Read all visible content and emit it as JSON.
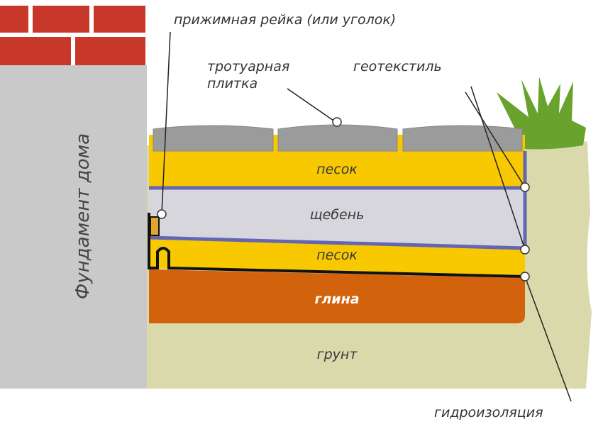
{
  "labels": {
    "clamp_strip": "прижимная рейка (или уголок)",
    "paving_line1": "тротуарная",
    "paving_line2": "плитка",
    "geotextile": "геотекстиль",
    "waterproofing": "гидроизоляция",
    "foundation": "Фундамент дома"
  },
  "layers": {
    "sand_top": "песок",
    "gravel": "щебень",
    "sand_bottom": "песок",
    "clay": "глина",
    "soil": "грунт"
  },
  "colors": {
    "brick": "#c8382a",
    "foundation": "#c9c9c9",
    "soil": "#d9d9ab",
    "sand": "#f8c800",
    "gravel": "#d6d6dc",
    "clay": "#d2620c",
    "tile": "#9b9b9b",
    "geotextile": "#6466b4",
    "grass": "#6aa22e"
  }
}
